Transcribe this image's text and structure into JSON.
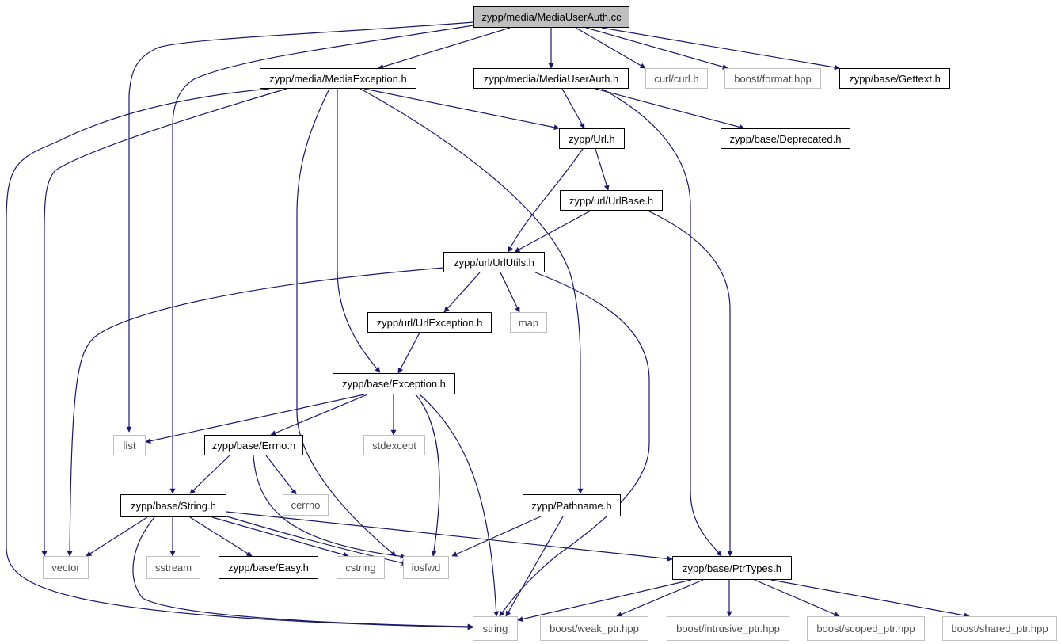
{
  "colors": {
    "edge": "#191970",
    "root_fill": "#bfbfbf",
    "project_border": "#000000",
    "system_border": "#bfbfbf",
    "system_text": "#4d4d4d"
  },
  "nodes": {
    "root": "zypp/media/MediaUserAuth.cc",
    "media_exception": "zypp/media/MediaException.h",
    "media_user_auth": "zypp/media/MediaUserAuth.h",
    "curl": "curl/curl.h",
    "boost_format": "boost/format.hpp",
    "gettext": "zypp/base/Gettext.h",
    "url": "zypp/Url.h",
    "deprecated": "zypp/base/Deprecated.h",
    "urlbase": "zypp/url/UrlBase.h",
    "urlutils": "zypp/url/UrlUtils.h",
    "urlexception": "zypp/url/UrlException.h",
    "map": "map",
    "exception": "zypp/base/Exception.h",
    "list": "list",
    "errno_h": "zypp/base/Errno.h",
    "stdexcept": "stdexcept",
    "cerrno": "cerrno",
    "string_h": "zypp/base/String.h",
    "pathname": "zypp/Pathname.h",
    "vector": "vector",
    "sstream": "sstream",
    "easy": "zypp/base/Easy.h",
    "cstring": "cstring",
    "iosfwd": "iosfwd",
    "ptrtypes": "zypp/base/PtrTypes.h",
    "string": "string",
    "weak_ptr": "boost/weak_ptr.hpp",
    "intrusive_ptr": "boost/intrusive_ptr.hpp",
    "scoped_ptr": "boost/scoped_ptr.hpp",
    "shared_ptr": "boost/shared_ptr.hpp"
  }
}
